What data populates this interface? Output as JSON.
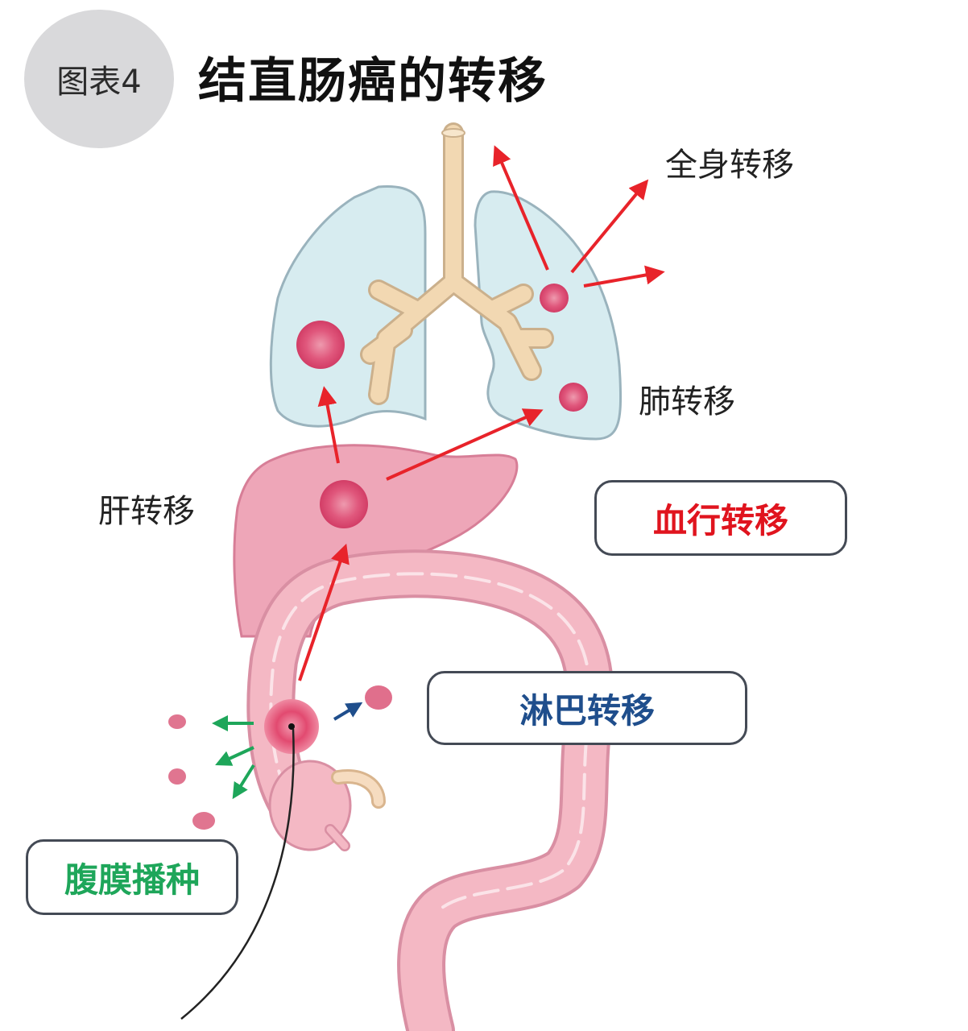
{
  "header": {
    "badge_label": "图表4",
    "title": "结直肠癌的转移"
  },
  "labels": {
    "systemic": "全身转移",
    "lung": "肺转移",
    "liver": "肝转移"
  },
  "boxes": {
    "hematogenous": "血行转移",
    "lymphatic": "淋巴转移",
    "peritoneal": "腹膜播种"
  },
  "colors": {
    "hematogenous_arrow": "#e8232a",
    "lymphatic_arrow": "#1f4e8c",
    "peritoneal_arrow": "#1ea65a",
    "lung_fill": "#d7ecf0",
    "liver_fill": "#eea6b8",
    "colon_fill": "#f4b8c4",
    "trachea_fill": "#f2d8b2",
    "tumor": "#d9456e",
    "badge_bg": "#d9d9db"
  }
}
